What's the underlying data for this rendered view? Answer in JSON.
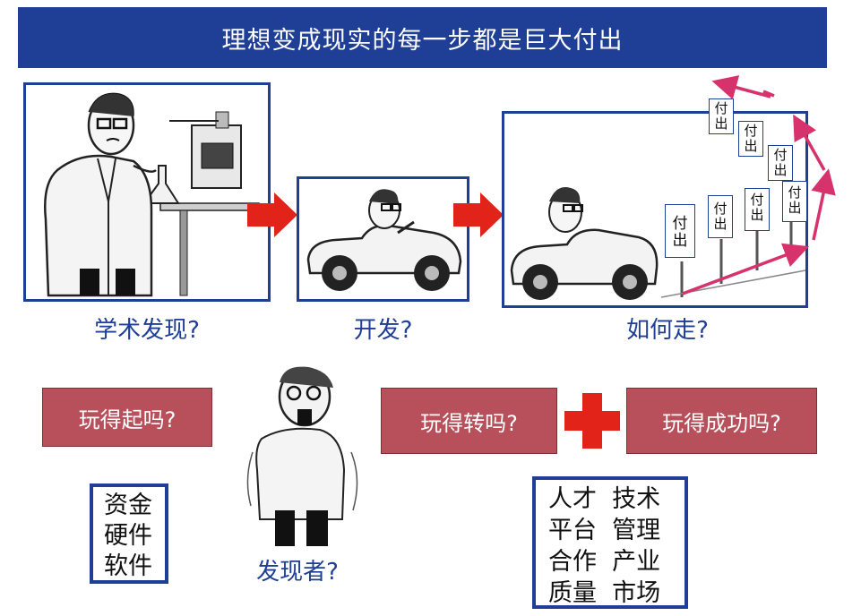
{
  "header": {
    "title": "理想变成现实的每一步都是巨大付出"
  },
  "stages": [
    {
      "caption": "学术发现?"
    },
    {
      "caption": "开发?"
    },
    {
      "caption": "如何走?"
    }
  ],
  "signs": [
    {
      "label": "付出"
    },
    {
      "label": "付出"
    },
    {
      "label": "付出"
    },
    {
      "label": "付出"
    },
    {
      "label": "付出"
    },
    {
      "label": "付出"
    },
    {
      "label": "付出"
    }
  ],
  "questions": {
    "q1": "玩得起吗?",
    "q2": "玩得转吗?",
    "q3": "玩得成功吗?"
  },
  "resources": {
    "items": [
      "资金",
      "硬件",
      "软件"
    ]
  },
  "discoverer": {
    "caption": "发现者?"
  },
  "factors": {
    "rows": [
      [
        "人才",
        "技术"
      ],
      [
        "平台",
        "管理"
      ],
      [
        "合作",
        "产业"
      ],
      [
        "质量",
        "市场"
      ]
    ]
  },
  "colors": {
    "header_bg": "#1f3f96",
    "question_bg": "#b7505a",
    "arrow_red": "#e2231a",
    "pink_arrow": "#d6336c"
  }
}
